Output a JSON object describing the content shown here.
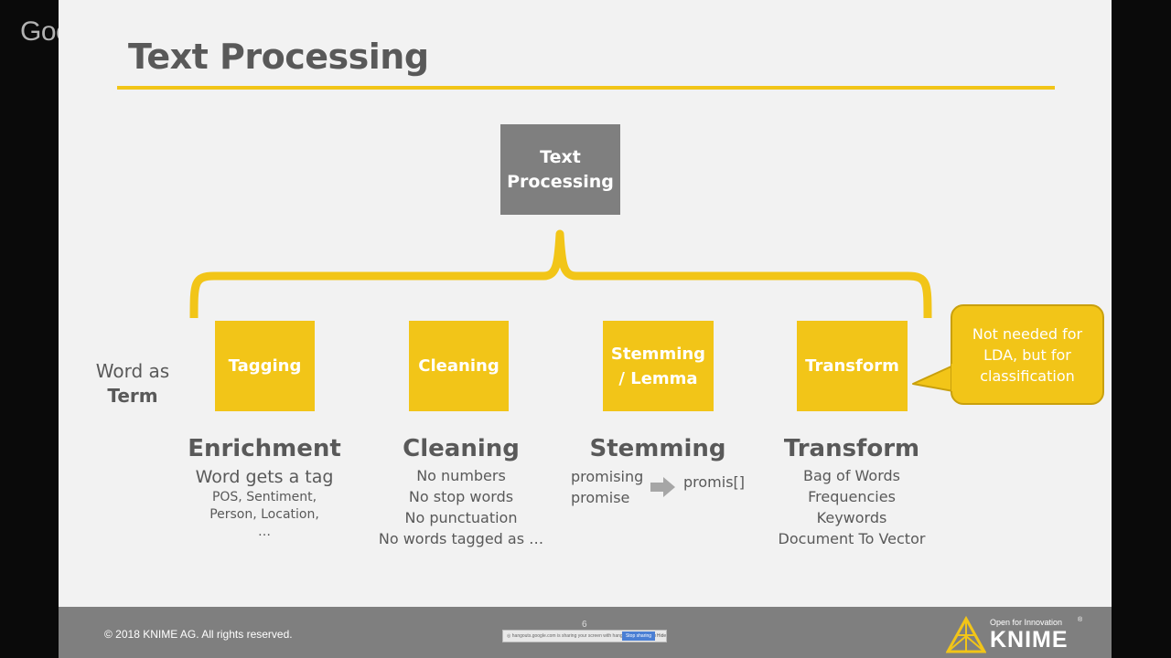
{
  "google_logo": "Google",
  "slide": {
    "title": "Text Processing",
    "root": "Text\nProcessing",
    "word_as": {
      "line1": "Word as",
      "line2": "Term"
    },
    "nodes": [
      {
        "label": "Tagging"
      },
      {
        "label": "Cleaning"
      },
      {
        "label": "Stemming\n/ Lemma"
      },
      {
        "label": "Transform"
      }
    ],
    "callout": "Not needed for\nLDA, but for\nclassification",
    "columns": {
      "enrichment": {
        "heading": "Enrichment",
        "sub": "Word gets a tag",
        "items": [
          "POS, Sentiment,",
          "Person, Location,",
          "…"
        ]
      },
      "cleaning": {
        "heading": "Cleaning",
        "items": [
          "No numbers",
          "No stop words",
          "No punctuation",
          "No words tagged as …"
        ]
      },
      "stemming": {
        "heading": "Stemming",
        "left_items": [
          "promising",
          "promise"
        ],
        "result": "promis[]"
      },
      "transform": {
        "heading": "Transform",
        "items": [
          "Bag of Words",
          "Frequencies",
          "Keywords",
          "Document To Vector"
        ]
      }
    },
    "colors": {
      "accent": "#f2c518",
      "root_box": "#7f7f7f",
      "text": "#595959",
      "footer": "#7f7f7f"
    }
  },
  "footer": {
    "copyright": "© 2018 KNIME AG. All rights reserved.",
    "page_number": "6",
    "share_bar": {
      "text": "◎ hangouts.google.com is sharing your screen with hangouts.google.com",
      "stop_button": "Stop sharing",
      "hide_button": "Hide"
    },
    "logo": {
      "tagline": "Open for Innovation",
      "wordmark": "KNIME",
      "registered": "®"
    }
  }
}
